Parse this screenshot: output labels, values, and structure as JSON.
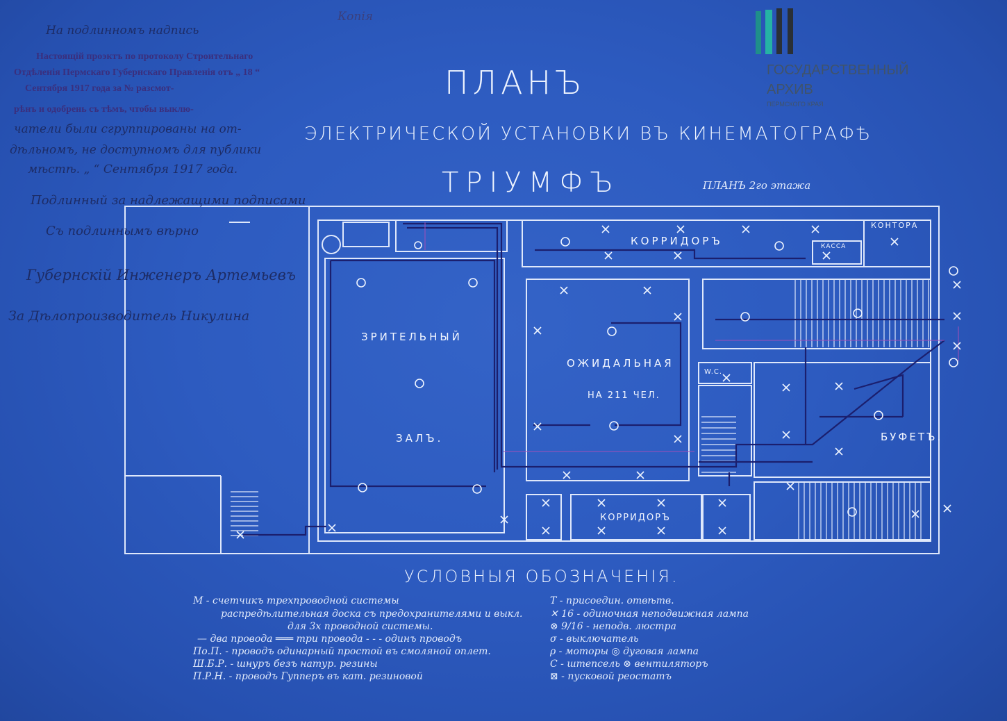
{
  "copy_mark": "Копія",
  "annotations": {
    "line1": "На подлинномъ надпись",
    "stamp_line1": "Настоящій проэктъ по протоколу Строительнаго",
    "stamp_line2": "Отдѣленія Пермскаго Губернскаго Правленія отъ „ 18 “",
    "stamp_line3": "Сентября 1917 года за № разсмот-",
    "stamp_line4": "рѣнъ и одобрень съ тѣмъ, чтобы выклю-",
    "line5": "чатели были сгруппированы на от-",
    "line6": "дѣльномъ, не доступномъ для публики",
    "line7": "мѣстѣ. „ “ Сентября 1917 года.",
    "line8": "Подлинный за надлежащими подписами",
    "line9": "Съ подлиннымъ вѣрно",
    "line10": "Губернскій Инженеръ Артемьевъ",
    "line11": "За Дѣлопроизводитель Никулина"
  },
  "title": {
    "main": "ПЛАНЪ",
    "sub": "ЭЛЕКТРИЧЕСКОЙ УСТАНОВКИ ВЪ КИНЕМАТОГРАФѢ",
    "name": "ТРІУМФЪ",
    "floor": "ПЛАНЪ 2го этажа"
  },
  "archive": {
    "line1": "ГОСУДАРСТВЕННЫЙ",
    "line2": "АРХИВ",
    "line3": "ПЕРМСКОГО КРАЯ"
  },
  "rooms": {
    "hall1": "ЗРИТЕЛЬНЫЙ",
    "hall2": "ЗАЛЪ.",
    "waiting1": "ОЖИДАЛЬНАЯ",
    "waiting2": "НА 211 ЧЕЛ.",
    "corridor_top": "КОРРИДОРЪ",
    "corridor_bottom": "КОРРИДОРЪ",
    "office": "КОНТОРА",
    "kassa": "КАССА",
    "buffet": "БУФЕТЪ.",
    "wc": "W.C."
  },
  "legend": {
    "heading": "УСЛОВНЫЯ ОБОЗНАЧЕНІЯ.",
    "left": [
      "М - счетчикъ трехпроводной системы",
      "распредѣлительная доска съ предохранителями и выкл.",
      "для 3х проводной системы.",
      "— два провода ═══ три провода - - - одинъ проводъ",
      "По.П. - проводъ одинарный простой въ смоляной оплет.",
      "Ш.Б.Р. - шнуръ безъ натур. резины",
      "П.Р.Н. - проводъ Гупперъ въ кат. резиновой"
    ],
    "right": [
      "Т - присоедин. отвѣтв.",
      "✕ 16 - одиночная неподвижная лампа",
      "⊗ 9/16 - неподв. люстра",
      "σ - выключатель",
      "ρ - моторы ◎ дуговая лампа",
      "С - штепсель ⊗ вентиляторъ",
      "⊠ - пусковой реостатъ"
    ]
  },
  "colors": {
    "paper": "#2d5bc0",
    "chalk": "#e6eefc",
    "wiring": "#1b1f6e",
    "ink": "#1d2c66"
  }
}
